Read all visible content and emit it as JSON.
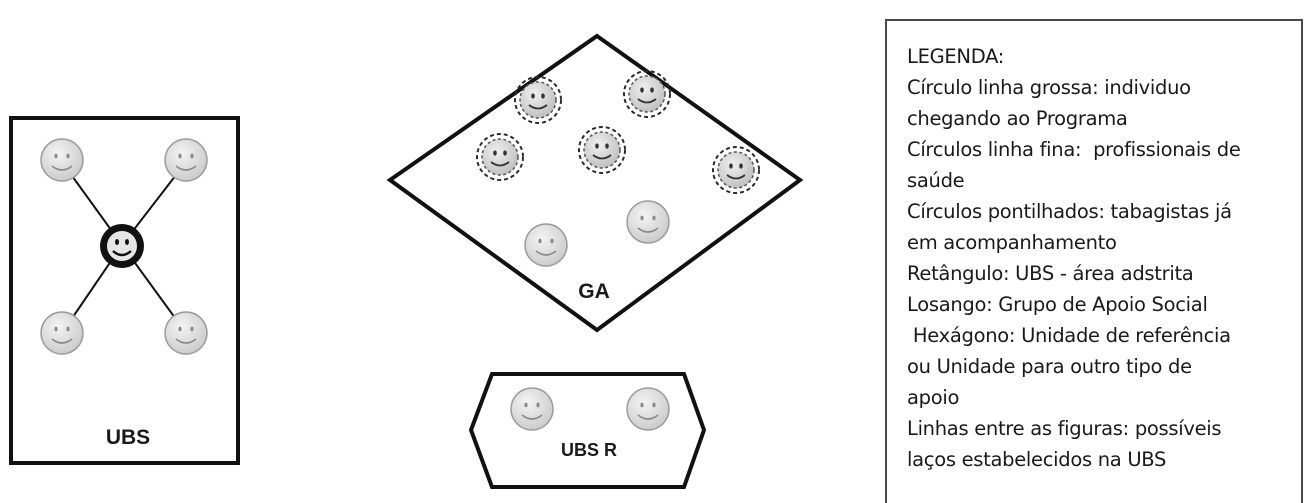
{
  "diagram": {
    "ubs_label": "UBS",
    "ga_label": "GA",
    "ubsr_label": "UBS R"
  },
  "legend": {
    "lines": [
      "LEGENDA:",
      "Círculo linha grossa: individuo",
      "chegando ao Programa",
      "Círculos linha fina:  profissionais de",
      "saúde",
      "Círculos pontilhados: tabagistas já",
      "em acompanhamento",
      "Retângulo: UBS - área adstrita",
      "Losango: Grupo de Apoio Social",
      " Hexágono: Unidade de referência",
      "ou Unidade para outro tipo de",
      "apoio",
      "Linhas entre as figuras: possíveis",
      "laços estabelecidos na UBS"
    ]
  }
}
